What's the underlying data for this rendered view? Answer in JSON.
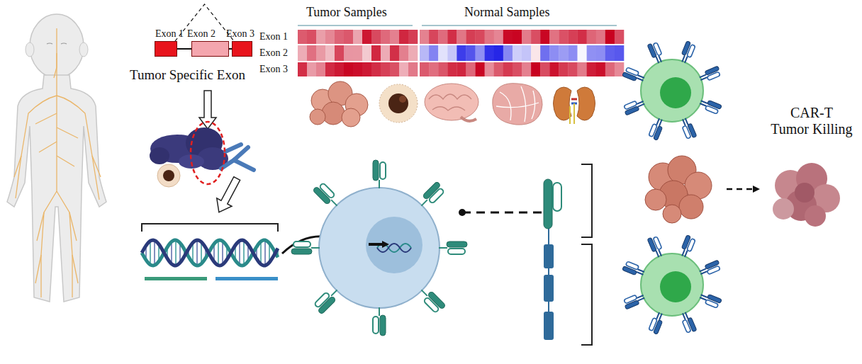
{
  "diagram": {
    "nodes": [
      {
        "text": [
          "Exon 1"
        ]
      },
      {
        "text": [
          "Exon 2"
        ]
      },
      {
        "text": [
          "Exon 3"
        ]
      }
    ],
    "edges": [
      {
        "from": 0,
        "to": 1,
        "arrow": "none"
      },
      {
        "from": 1,
        "to": 2,
        "arrow": "none"
      },
      {
        "from": 0,
        "to": 2,
        "arrow": "none"
      }
    ],
    "labels": [
      "Tumor Specific Exon",
      "Tumor Samples",
      "Normal Samples",
      "Exon 1",
      "Exon 2",
      "Exon 3",
      "CAR-T Tumor Killing"
    ]
  }
}
